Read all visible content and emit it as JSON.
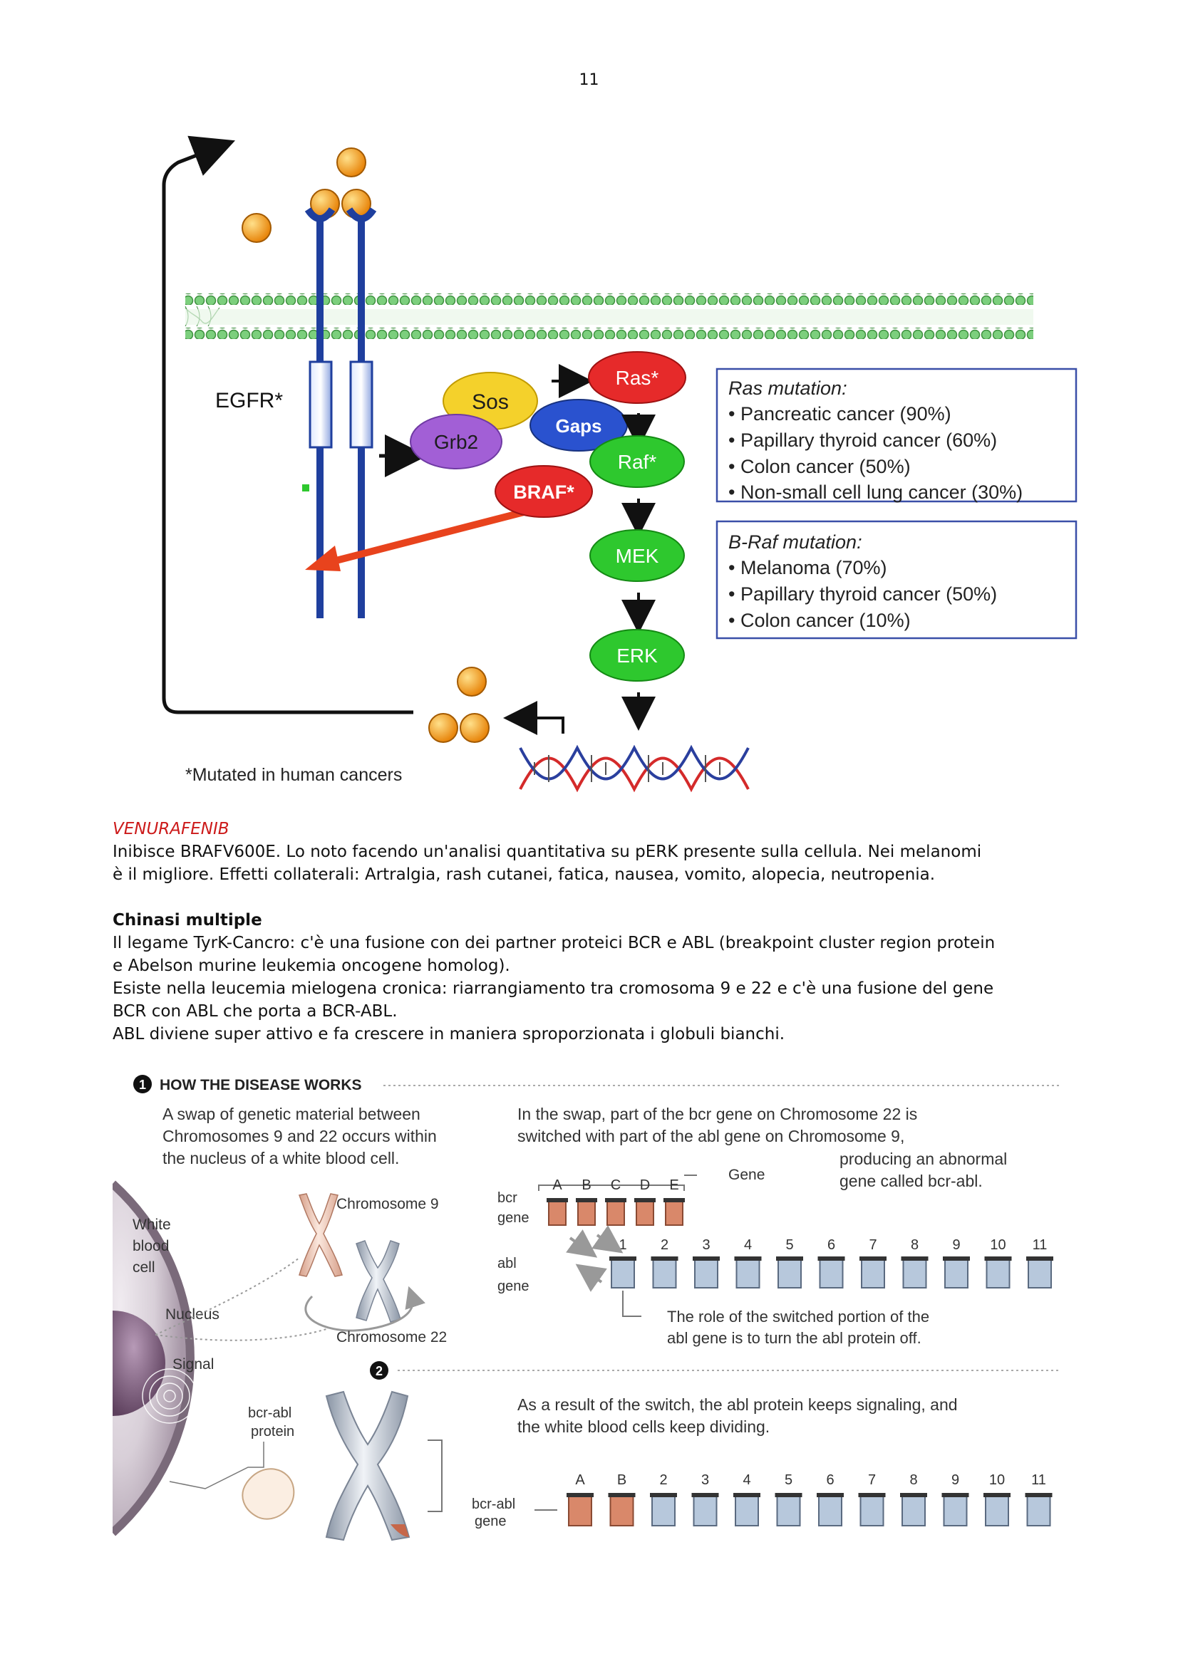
{
  "page": {
    "number": "11"
  },
  "pathway": {
    "receptor_label": "EGFR*",
    "nodes": {
      "sos": "Sos",
      "grb2": "Grb2",
      "gaps": "Gaps",
      "ras": "Ras*",
      "raf": "Raf*",
      "braf": "BRAF*",
      "mek": "MEK",
      "erk": "ERK"
    },
    "footnote": "*Mutated in human cancers",
    "ras_box": {
      "title": "Ras mutation:",
      "items": [
        "• Pancreatic cancer (90%)",
        "• Papillary thyroid cancer (60%)",
        "• Colon cancer (50%)",
        "• Non-small cell lung cancer (30%)"
      ]
    },
    "braf_box": {
      "title": "B-Raf mutation:",
      "items": [
        "• Melanoma (70%)",
        "• Papillary thyroid cancer (50%)",
        "• Colon cancer (10%)"
      ]
    },
    "colors": {
      "ligand": "#f29a1c",
      "receptor": "#1f3f9e",
      "membrane": "#5bb85c",
      "sos": "#f4d12b",
      "grb2": "#a25fd6",
      "gaps": "#2a52cf",
      "ras": "#e62a2a",
      "green_node": "#2ec82e",
      "braf": "#e62a2a",
      "arrow_red": "#e8431d"
    }
  },
  "text": {
    "venurafenib_title": "VENURAFENIB",
    "venurafenib_lines": [
      "Inibisce BRAFV600E. Lo noto facendo un'analisi quantitativa su pERK presente sulla cellula. Nei melanomi",
      "è il migliore. Effetti collaterali: Artralgia, rash cutanei, fatica, nausea, vomito, alopecia, neutropenia."
    ],
    "chinasi_title": "Chinasi multiple",
    "chinasi_lines": [
      "Il legame TyrK-Cancro: c'è una fusione con dei partner proteici BCR e ABL (breakpoint cluster region protein",
      "e Abelson murine leukemia oncogene homolog).",
      "Esiste nella leucemia mielogena cronica: riarrangiamento tra cromosoma 9 e 22 e c'è una fusione del gene",
      "BCR con ABL che porta a BCR-ABL.",
      "ABL diviene super attivo e fa crescere in maniera sproporzionata i globuli bianchi."
    ]
  },
  "disease": {
    "step1_number": "1",
    "step2_number": "2",
    "header": "HOW THE DISEASE WORKS",
    "intro_lines": [
      "A swap of genetic material between",
      "Chromosomes 9 and 22 occurs within",
      "the nucleus of a white blood cell."
    ],
    "swap_lines": [
      "In the swap, part of the bcr gene on Chromosome 22 is",
      "switched with part of the abl gene on Chromosome 9,"
    ],
    "producing_lines": [
      "producing an abnormal",
      "gene called bcr-abl."
    ],
    "gene_label": "Gene",
    "cell_label": [
      "White",
      "blood",
      "cell"
    ],
    "nucleus_label": "Nucleus",
    "signal_label": "Signal",
    "chromosome9_label": "Chromosome 9",
    "chromosome22_label": "Chromosome 22",
    "bcr_gene_label": [
      "bcr",
      "gene"
    ],
    "abl_gene_label": [
      "abl",
      "gene"
    ],
    "bcr_letters": [
      "A",
      "B",
      "C",
      "D",
      "E"
    ],
    "abl_numbers": [
      "1",
      "2",
      "3",
      "4",
      "5",
      "6",
      "7",
      "8",
      "9",
      "10",
      "11"
    ],
    "role_lines": [
      "The role of the switched portion of the",
      "abl gene is to turn the abl protein off."
    ],
    "result_lines": [
      "As a result of the switch, the abl protein keeps signaling, and",
      "the white blood cells keep dividing."
    ],
    "bcr_abl_protein_label": [
      "bcr-abl",
      "protein"
    ],
    "bcr_abl_gene_label": [
      "bcr-abl",
      "gene"
    ],
    "fusion_labels": [
      "A",
      "B",
      "2",
      "3",
      "4",
      "5",
      "6",
      "7",
      "8",
      "9",
      "10",
      "11"
    ],
    "colors": {
      "bcr_segment": "#d9886a",
      "abl_segment": "#b7c8dc",
      "cell": "#b8a9b8",
      "nucleus": "#7a5c7a"
    }
  }
}
